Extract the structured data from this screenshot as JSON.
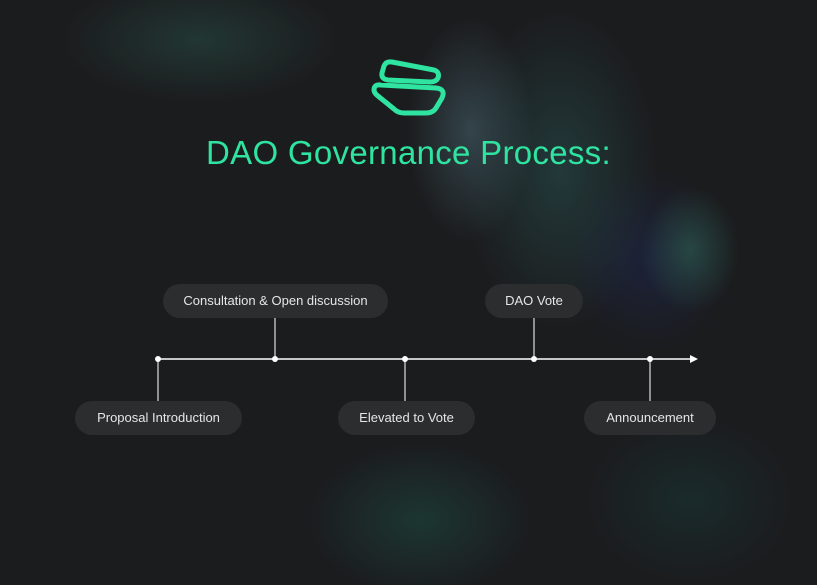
{
  "title": "DAO Governance Process:",
  "logo_icon": "stacked-stones-logo-icon",
  "accent": "#2fe3a0",
  "steps_top": [
    {
      "label": "Consultation & Open discussion"
    },
    {
      "label": "DAO Vote"
    }
  ],
  "steps_bottom": [
    {
      "label": "Proposal Introduction"
    },
    {
      "label": "Elevated to Vote"
    },
    {
      "label": "Announcement"
    }
  ]
}
